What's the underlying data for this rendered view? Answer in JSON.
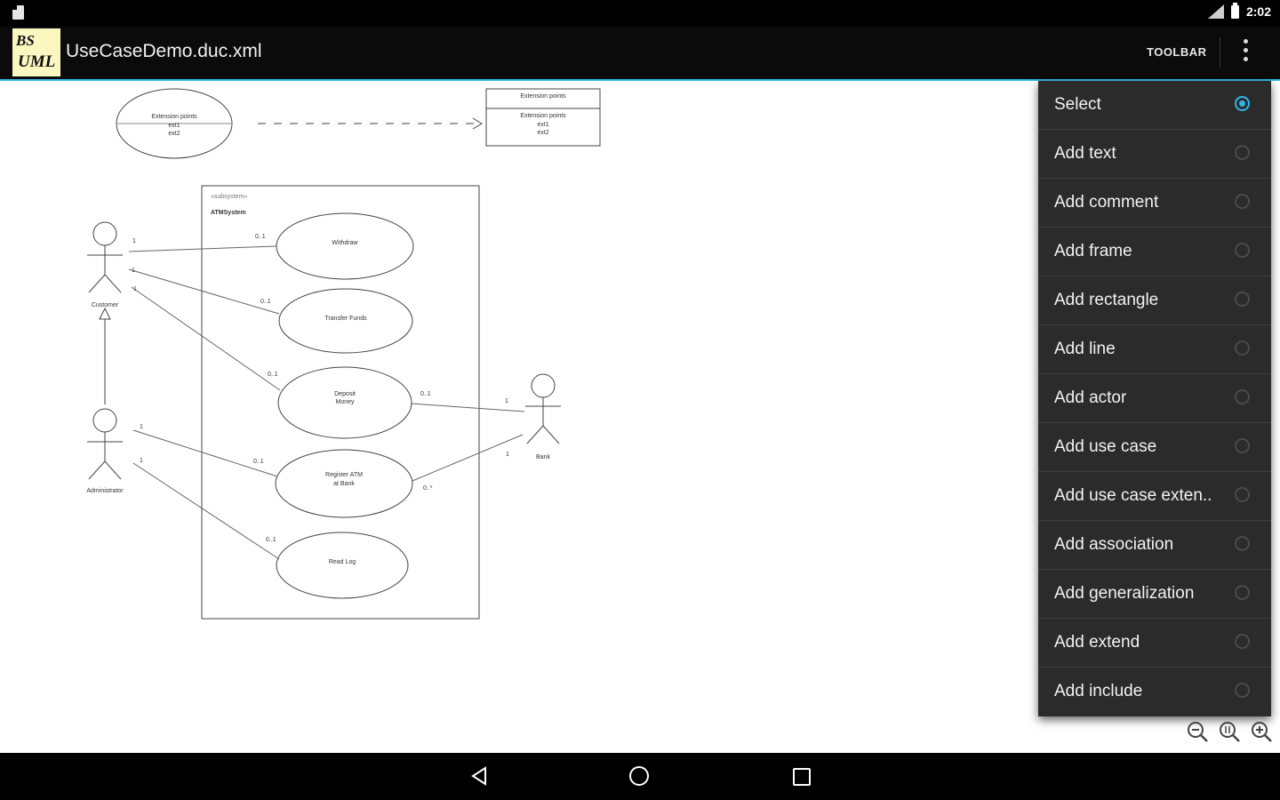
{
  "status_bar": {
    "time": "2:02"
  },
  "action_bar": {
    "logo_line1": "BS",
    "logo_line2": "UML",
    "title": "UseCaseDemo.duc.xml",
    "toolbar_label": "TOOLBAR"
  },
  "colors": {
    "accent": "#33b5e5",
    "menu_bg": "#2b2b2b",
    "logo_bg": "#fbf7c1"
  },
  "menu": {
    "items": [
      {
        "label": "Select",
        "checked": true
      },
      {
        "label": "Add text",
        "checked": false
      },
      {
        "label": "Add comment",
        "checked": false
      },
      {
        "label": "Add frame",
        "checked": false
      },
      {
        "label": "Add rectangle",
        "checked": false
      },
      {
        "label": "Add line",
        "checked": false
      },
      {
        "label": "Add actor",
        "checked": false
      },
      {
        "label": "Add use case",
        "checked": false
      },
      {
        "label": "Add use case exten..",
        "checked": false
      },
      {
        "label": "Add association",
        "checked": false
      },
      {
        "label": "Add generalization",
        "checked": false
      },
      {
        "label": "Add extend",
        "checked": false
      },
      {
        "label": "Add include",
        "checked": false
      }
    ]
  },
  "diagram": {
    "ext_ellipse": {
      "title": "Extension points",
      "lines": [
        "ext1",
        "ext2"
      ]
    },
    "ext_box": {
      "header": "Extension points",
      "title": "Extension points",
      "lines": [
        "ext1",
        "ext2"
      ]
    },
    "frame": {
      "stereotype": "«subsystem»",
      "name": "ATMSystem"
    },
    "use_cases": {
      "withdraw": "Withdraw",
      "transfer": "Transfer Funds",
      "deposit_1": "Deposit",
      "deposit_2": "Money",
      "register_1": "Register ATM",
      "register_2": "at Bank",
      "readlog": "Read Log"
    },
    "actors": {
      "customer": "Customer",
      "administrator": "Administrator",
      "bank": "Bank"
    },
    "multiplicities": {
      "one": "1",
      "zero_one": "0..1",
      "zero_many": "0..*"
    }
  }
}
